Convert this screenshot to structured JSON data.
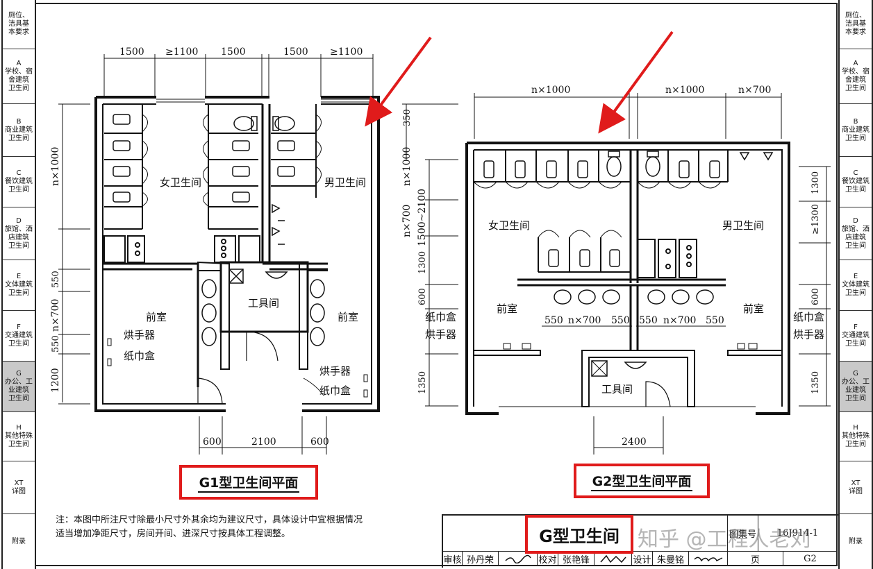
{
  "sidebar_left": [
    {
      "label": "厕位、\n洁具基\n本要求"
    },
    {
      "label": "A\n学校、宿\n舍建筑\n卫生间"
    },
    {
      "label": "B\n商业建筑\n卫生间"
    },
    {
      "label": "C\n餐饮建筑\n卫生间"
    },
    {
      "label": "D\n旅馆、酒\n店建筑\n卫生间"
    },
    {
      "label": "E\n文体建筑\n卫生间"
    },
    {
      "label": "F\n交通建筑\n卫生间"
    },
    {
      "label": "G\n办公、工\n业建筑\n卫生间"
    },
    {
      "label": "H\n其他特殊\n卫生间"
    },
    {
      "label": "XT\n详图"
    },
    {
      "label": "附录"
    }
  ],
  "sidebar_right": [
    {
      "label": "厕位、\n洁具基\n本要求"
    },
    {
      "label": "A\n学校、宿\n舍建筑\n卫生间"
    },
    {
      "label": "B\n商业建筑\n卫生间"
    },
    {
      "label": "C\n餐饮建筑\n卫生间"
    },
    {
      "label": "D\n旅馆、酒\n店建筑\n卫生间"
    },
    {
      "label": "E\n文体建筑\n卫生间"
    },
    {
      "label": "F\n交通建筑\n卫生间"
    },
    {
      "label": "G\n办公、工\n业建筑\n卫生间"
    },
    {
      "label": "H\n其他特殊\n卫生间"
    },
    {
      "label": "XT\n详图"
    },
    {
      "label": "附录"
    }
  ],
  "plan_g1": {
    "title": "G1型卫生间平面",
    "dims_top": [
      "1500",
      "≥1100",
      "1500",
      "1500",
      "≥1100"
    ],
    "dims_left": [
      "n×1000",
      "550",
      "n×700",
      "550",
      "1200"
    ],
    "dims_bottom": [
      "600",
      "2100",
      "600"
    ],
    "rooms": {
      "women": "女卫生间",
      "men": "男卫生间",
      "tool": "工具间",
      "front_left": "前室",
      "front_right": "前室",
      "dryer_left": "烘手器",
      "tissue_left": "纸巾盒",
      "dryer_right": "烘手器",
      "tissue_right": "纸巾盒"
    }
  },
  "plan_g2": {
    "title": "G2型卫生间平面",
    "dims_top": [
      "n×1000",
      "n×1000",
      "n×700"
    ],
    "dims_left": [
      "350",
      "n×1000",
      "n×700",
      "1500~2100",
      "1300",
      "600",
      "1350"
    ],
    "dims_right": [
      "1300",
      "≥1300",
      "600",
      "1350"
    ],
    "dims_mid": [
      "550",
      "n×700",
      "550",
      "550",
      "n×700",
      "550"
    ],
    "dims_bottom": [
      "2400"
    ],
    "rooms": {
      "women": "女卫生间",
      "men": "男卫生间",
      "tool": "工具间",
      "front_left": "前室",
      "front_right": "前室",
      "tissue_left": "纸巾盒",
      "dryer_left": "烘手器",
      "tissue_right": "纸巾盒",
      "dryer_right": "烘手器"
    }
  },
  "note": "注：本图中所注尺寸除最小尺寸外其余均为建议尺寸，具体设计中宜根据情况\n    适当增加净距尺寸，房间开间、进深尺寸按具体工程调整。",
  "title_block": {
    "main_title": "G型卫生间",
    "atlas_label": "图集号",
    "atlas_no": "16J914-1",
    "page_label": "页",
    "page_no": "G2",
    "review_label": "审核",
    "reviewer": "孙丹荣",
    "check_label": "校对",
    "checker": "张艳锋",
    "design_label": "设计",
    "designer": "朱曼铭"
  },
  "watermark": "知乎 @工程人老刘",
  "colors": {
    "highlight": "#e01b1b",
    "line": "#111111",
    "active_tab": "#c9c9c9"
  }
}
